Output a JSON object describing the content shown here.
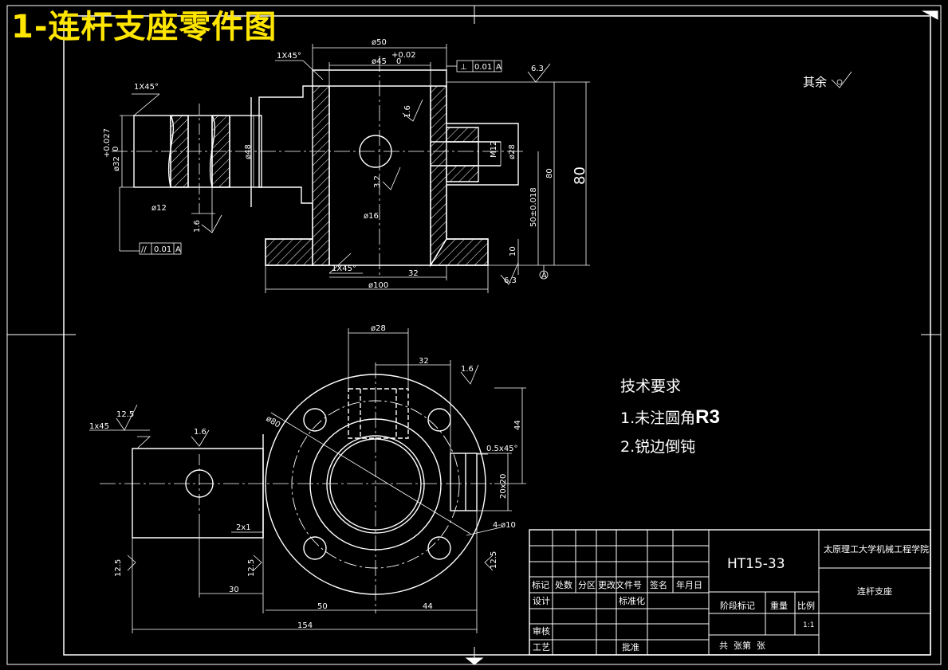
{
  "title": "1-连杆支座零件图",
  "roughness_note": "其余",
  "tech_requirements": {
    "heading": "技术要求",
    "item1_prefix": "1.未注圆角",
    "item1_bold": "R3",
    "item2": "2.锐边倒钝"
  },
  "section_view": {
    "chamfer_top": "1X45°",
    "chamfer_left": "1X45°",
    "chamfer_bottom": "1X45°",
    "dia_top": "ø50",
    "dia_bore": "ø45",
    "bore_tol_upper": "+0.02",
    "bore_tol_lower": "0",
    "gtol_perp_symbol": "⊥",
    "gtol_perp_value": "0.01",
    "gtol_perp_datum": "A",
    "rough_top": "6.3",
    "rough_bore": "1.6",
    "rough_hole": "3.2",
    "rough_shaft": "1.6",
    "rough_base": "6.3",
    "dia_shaft": "ø32",
    "shaft_tol_upper": "+0.027",
    "shaft_tol_lower": "0",
    "dia_shaft_step": "ø48",
    "dia_pin_hole": "ø12",
    "dia_cross_hole": "ø16",
    "thread": "M12",
    "dia_boss": "ø28",
    "gtol_par_symbol": "//",
    "gtol_par_value": "0.01",
    "gtol_par_datum": "A",
    "height_total": "80",
    "height_total_large": "80",
    "height_axis": "50±0.018",
    "height_base": "10",
    "width_32": "32",
    "width_100": "ø100",
    "datum": "A"
  },
  "plan_view": {
    "dia_boss": "ø28",
    "width_32": "32",
    "rough_top": "1.6",
    "rough_left": "12.5",
    "chamfer_left": "1x45",
    "rough_shaft": "1.6",
    "dia_flange": "ø80",
    "dim_44_v": "44",
    "chamfer_right": "0.5x45°",
    "dim_20": "20x20",
    "holes": "4-ø10",
    "chamfer_2x1": "2x1",
    "rough_bl1": "12.5",
    "rough_bl2": "12.5",
    "rough_br": "12.5",
    "dim_30": "30",
    "dim_50": "50",
    "dim_44_h": "44",
    "dim_154": "154"
  },
  "title_block": {
    "code": "HT15-33",
    "school": "太原理工大学机械工程学院",
    "part_name": "连杆支座",
    "row_labels": [
      "标记",
      "处数",
      "分区",
      "更改文件号",
      "签名",
      "年月日"
    ],
    "design": "设计",
    "standard": "标准化",
    "stage": "阶段标记",
    "weight": "重量",
    "scale_label": "比例",
    "scale": "1:1",
    "review": "审核",
    "process": "工艺",
    "approve": "批准",
    "sheets": "共  张第  张"
  }
}
